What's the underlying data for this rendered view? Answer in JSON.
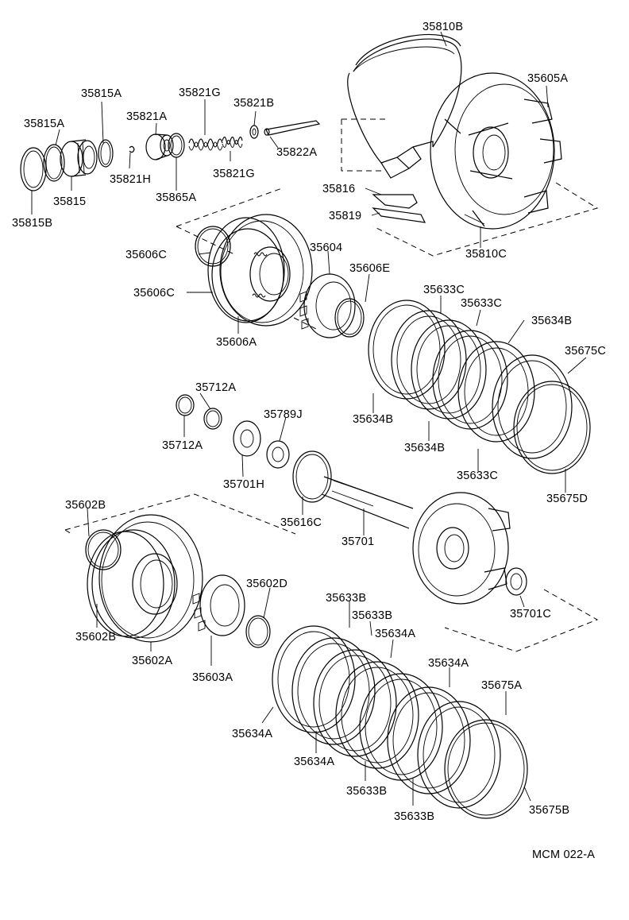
{
  "diagram_code": "MCM 022-A",
  "labels": {
    "35810B": "35810B",
    "35605A": "35605A",
    "35815A": "35815A",
    "35821G_top": "35821G",
    "35821B": "35821B",
    "35821A": "35821A",
    "35815A_2": "35815A",
    "35822A": "35822A",
    "35821H": "35821H",
    "35815": "35815",
    "35821G_bot": "35821G",
    "35865A": "35865A",
    "35815B": "35815B",
    "35816": "35816",
    "35819": "35819",
    "35810C": "35810C",
    "35604": "35604",
    "35606C_1": "35606C",
    "35606E": "35606E",
    "35606C_2": "35606C",
    "35633C_1": "35633C",
    "35633C_2": "35633C",
    "35634B_1": "35634B",
    "35606A": "35606A",
    "35675C": "35675C",
    "35712A_1": "35712A",
    "35789J": "35789J",
    "35634B_2": "35634B",
    "35712A_2": "35712A",
    "35634B_3": "35634B",
    "35633C_3": "35633C",
    "35701H": "35701H",
    "35675D": "35675D",
    "35616C": "35616C",
    "35602B_1": "35602B",
    "35701": "35701",
    "35602D": "35602D",
    "35701C": "35701C",
    "35602B_2": "35602B",
    "35633B_1": "35633B",
    "35633B_2": "35633B",
    "35602A": "35602A",
    "35634A_1": "35634A",
    "35603A": "35603A",
    "35634A_2": "35634A",
    "35675A": "35675A",
    "35634A_3": "35634A",
    "35634A_4": "35634A",
    "35633B_3": "35633B",
    "35675B": "35675B",
    "35633B_4": "35633B"
  }
}
